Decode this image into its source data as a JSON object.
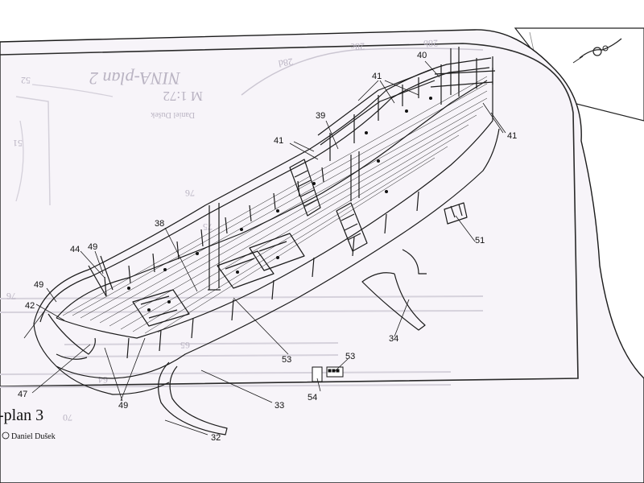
{
  "plan2": {
    "title": "NINA-plan 2",
    "scale": "M 1:72",
    "author": "Daniel Dušek"
  },
  "plan3": {
    "title": "-plan 3",
    "author": "Daniel Dušek"
  },
  "background_numbers": [
    "52",
    "51",
    "76",
    "76",
    "75",
    "65",
    "64",
    "70",
    "28d",
    "28c",
    "28b"
  ],
  "callouts": [
    {
      "id": "c40",
      "text": "40"
    },
    {
      "id": "c41a",
      "text": "41"
    },
    {
      "id": "c39",
      "text": "39"
    },
    {
      "id": "c41b",
      "text": "41"
    },
    {
      "id": "c41c",
      "text": "41"
    },
    {
      "id": "c38",
      "text": "38"
    },
    {
      "id": "c44",
      "text": "44"
    },
    {
      "id": "c49a",
      "text": "49"
    },
    {
      "id": "c49b",
      "text": "49"
    },
    {
      "id": "c42",
      "text": "42"
    },
    {
      "id": "c51",
      "text": "51"
    },
    {
      "id": "c34",
      "text": "34"
    },
    {
      "id": "c53a",
      "text": "53"
    },
    {
      "id": "c53b",
      "text": "53"
    },
    {
      "id": "c54",
      "text": "54"
    },
    {
      "id": "c47",
      "text": "47"
    },
    {
      "id": "c49c",
      "text": "49"
    },
    {
      "id": "c33",
      "text": "33"
    },
    {
      "id": "c32",
      "text": "32"
    }
  ]
}
